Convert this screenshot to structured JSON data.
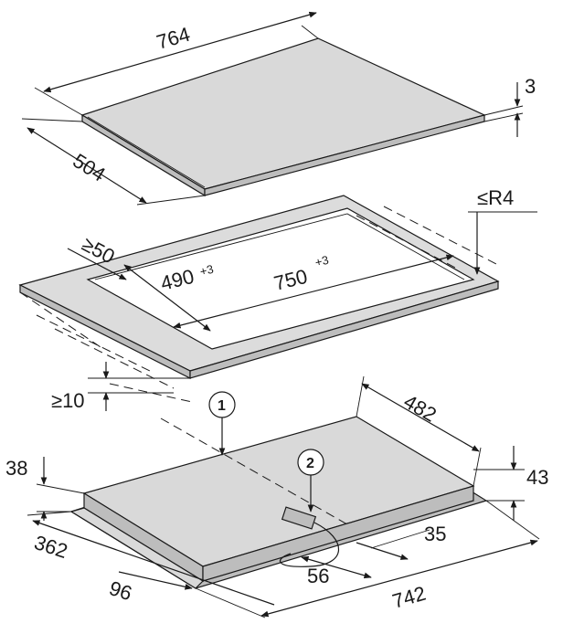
{
  "top_hob": {
    "width": "764",
    "depth": "504",
    "thickness": "3"
  },
  "cutout": {
    "min_edge": "≥50",
    "corner_radius": "≤R4",
    "depth": "490",
    "depth_tol": "+3",
    "width": "750",
    "width_tol": "+3",
    "min_gap": "≥10"
  },
  "bottom_unit": {
    "depth": "482",
    "height_left": "38",
    "height_right": "43",
    "dim_362": "362",
    "dim_96": "96",
    "dim_56": "56",
    "dim_35": "35",
    "width": "742"
  },
  "callouts": {
    "one": "1",
    "two": "2"
  }
}
